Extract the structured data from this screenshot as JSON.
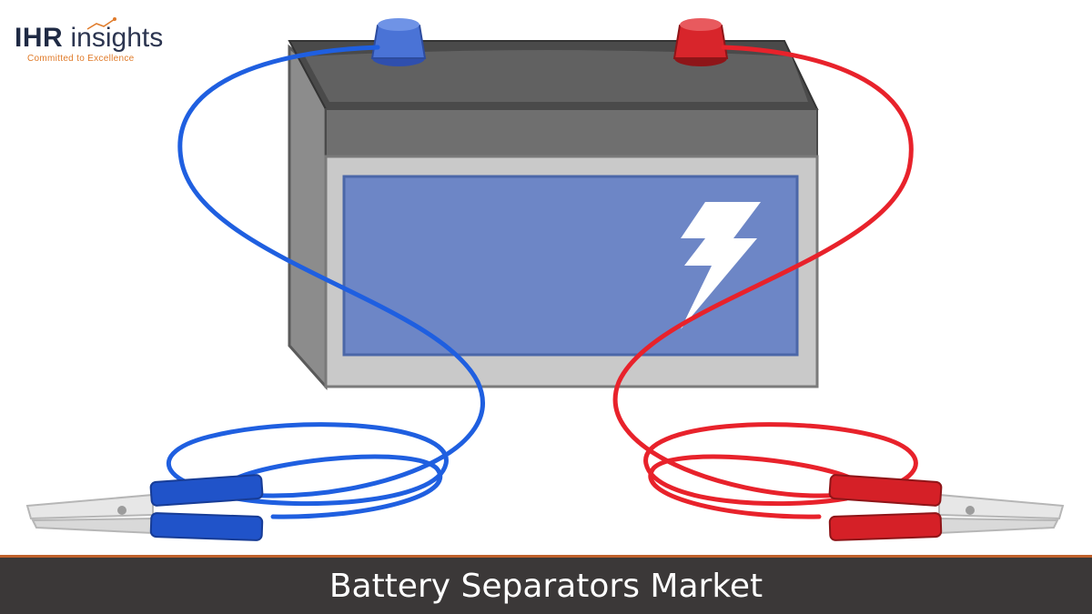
{
  "logo": {
    "brand_strong": "IHR",
    "brand_light": "insights",
    "tagline": "Committed to Excellence"
  },
  "footer": {
    "title": "Battery Separators Market"
  },
  "illustration": {
    "subject": "battery-with-jumper-cables",
    "colors": {
      "positive_cable": "#e8222b",
      "negative_cable": "#1f5fe0",
      "battery_panel": "#6d86c6",
      "battery_body": "#b9b9b9",
      "battery_lid": "#6a6a6a",
      "footer_bg": "#3b3838",
      "footer_accent": "#c0612b",
      "tagline": "#e07b2a"
    }
  }
}
